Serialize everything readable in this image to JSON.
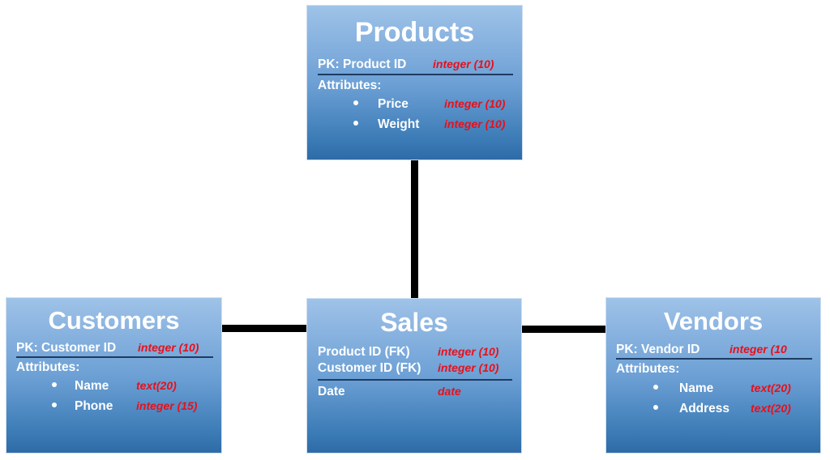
{
  "diagram": {
    "type": "entity-relationship-diagram",
    "background_color": "#ffffff",
    "entity_fill_top": "#9fc3e8",
    "entity_fill_bottom": "#2e6ba6",
    "datatype_color": "#e8101b",
    "field_color": "#ffffff",
    "rule_color": "#1d3b63",
    "connector_color": "#000000"
  },
  "entities": {
    "products": {
      "title": "Products",
      "primary_key": {
        "label": "PK: Product ID",
        "datatype": "integer (10)"
      },
      "attributes_label": "Attributes:",
      "attributes": [
        {
          "name": "Price",
          "datatype": "integer (10)"
        },
        {
          "name": "Weight",
          "datatype": "integer (10)"
        }
      ]
    },
    "customers": {
      "title": "Customers",
      "primary_key": {
        "label": "PK: Customer ID",
        "datatype": "integer (10)"
      },
      "attributes_label": "Attributes:",
      "attributes": [
        {
          "name": "Name",
          "datatype": "text(20)"
        },
        {
          "name": "Phone",
          "datatype": "integer (15)"
        }
      ]
    },
    "sales": {
      "title": "Sales",
      "foreign_keys": [
        {
          "label": "Product ID (FK)",
          "datatype": "integer (10)"
        },
        {
          "label": "Customer ID (FK)",
          "datatype": "integer (10)"
        }
      ],
      "fields": [
        {
          "label": "Date",
          "datatype": "date"
        }
      ]
    },
    "vendors": {
      "title": "Vendors",
      "primary_key": {
        "label": "PK: Vendor ID",
        "datatype": "integer (10"
      },
      "attributes_label": "Attributes:",
      "attributes": [
        {
          "name": "Name",
          "datatype": "text(20)"
        },
        {
          "name": "Address",
          "datatype": "text(20)"
        }
      ]
    }
  },
  "relationships": [
    {
      "from": "products",
      "to": "sales",
      "orientation": "vertical"
    },
    {
      "from": "customers",
      "to": "sales",
      "orientation": "horizontal"
    },
    {
      "from": "sales",
      "to": "vendors",
      "orientation": "horizontal"
    }
  ]
}
